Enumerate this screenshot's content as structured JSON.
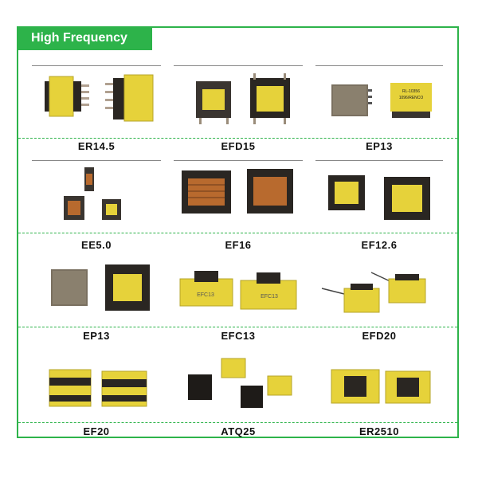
{
  "header": {
    "title": "High Frequency"
  },
  "products": [
    {
      "name": "ER14.5"
    },
    {
      "name": "EFD15"
    },
    {
      "name": "EP13"
    },
    {
      "name": "EE5.0"
    },
    {
      "name": "EF16"
    },
    {
      "name": "EF12.6"
    },
    {
      "name": "EP13"
    },
    {
      "name": "EFC13"
    },
    {
      "name": "EFD20"
    },
    {
      "name": "EF20"
    },
    {
      "name": "ATQ25"
    },
    {
      "name": "ER2510"
    }
  ],
  "part_markings": {
    "ep13_part_number": "RL-10356",
    "ep13_part_date": "1096/RENCO",
    "efc13_marking": "EFC13"
  },
  "colors": {
    "accent": "#2db34a",
    "core": "#3a3530",
    "tape": "#e6d23a",
    "copper": "#b86a2e"
  }
}
